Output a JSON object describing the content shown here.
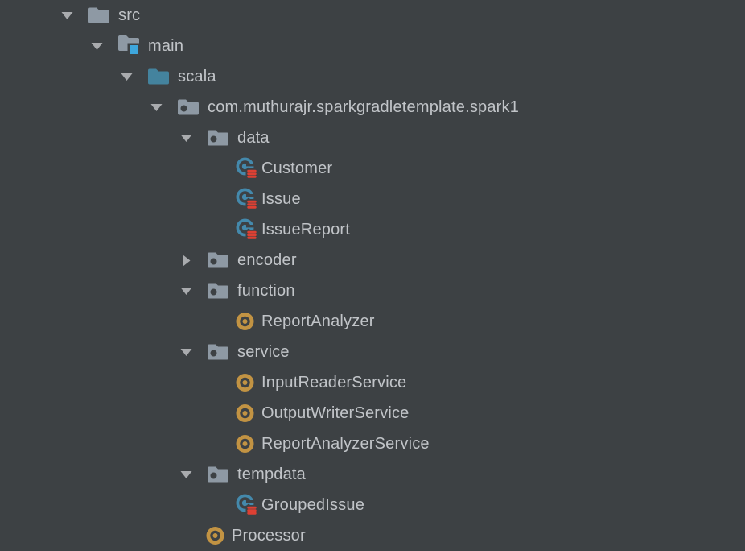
{
  "panel": {
    "name": "project-file-tree"
  },
  "colors": {
    "background": "#3d4144",
    "text": "#c1c4c8",
    "chevron": "#a9abae",
    "folder_gray": "#8e99a4",
    "sources_folder_teal": "#44839e",
    "source_root_badge_blue": "#3ea6dc",
    "case_class_blue": "#4489ac",
    "case_class_red": "#dd4033",
    "object_gold": "#c29343",
    "icon_cutout_dark": "#3d4144"
  },
  "tree": {
    "rows": [
      {
        "label": "src",
        "level": 0,
        "icon": "folder",
        "state": "expanded"
      },
      {
        "label": "main",
        "level": 1,
        "icon": "folder-badged",
        "state": "expanded"
      },
      {
        "label": "scala",
        "level": 2,
        "icon": "folder-sources",
        "state": "expanded"
      },
      {
        "label": "com.muthurajr.sparkgradletemplate.spark1",
        "level": 3,
        "icon": "package",
        "state": "expanded"
      },
      {
        "label": "data",
        "level": 4,
        "icon": "package",
        "state": "expanded"
      },
      {
        "label": "Customer",
        "level": 5,
        "icon": "scala-case-class",
        "state": "leaf"
      },
      {
        "label": "Issue",
        "level": 5,
        "icon": "scala-case-class",
        "state": "leaf"
      },
      {
        "label": "IssueReport",
        "level": 5,
        "icon": "scala-case-class",
        "state": "leaf"
      },
      {
        "label": "encoder",
        "level": 4,
        "icon": "package",
        "state": "collapsed"
      },
      {
        "label": "function",
        "level": 4,
        "icon": "package",
        "state": "expanded"
      },
      {
        "label": "ReportAnalyzer",
        "level": 5,
        "icon": "scala-object",
        "state": "leaf"
      },
      {
        "label": "service",
        "level": 4,
        "icon": "package",
        "state": "expanded"
      },
      {
        "label": "InputReaderService",
        "level": 5,
        "icon": "scala-object",
        "state": "leaf"
      },
      {
        "label": "OutputWriterService",
        "level": 5,
        "icon": "scala-object",
        "state": "leaf"
      },
      {
        "label": "ReportAnalyzerService",
        "level": 5,
        "icon": "scala-object",
        "state": "leaf"
      },
      {
        "label": "tempdata",
        "level": 4,
        "icon": "package",
        "state": "expanded"
      },
      {
        "label": "GroupedIssue",
        "level": 5,
        "icon": "scala-case-class",
        "state": "leaf"
      },
      {
        "label": "Processor",
        "level": 4,
        "icon": "scala-object",
        "state": "leaf"
      }
    ]
  }
}
